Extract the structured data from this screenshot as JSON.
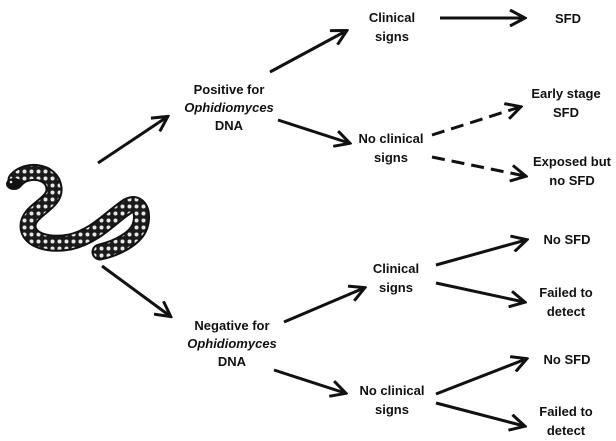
{
  "nodes": {
    "positive": {
      "line1": "Positive for",
      "line2": "Ophidiomyces",
      "line3": "DNA"
    },
    "negative": {
      "line1": "Negative for",
      "line2": "Ophidiomyces",
      "line3": "DNA"
    },
    "pos_clinical": {
      "line1": "Clinical",
      "line2": "signs"
    },
    "pos_no_clinical": {
      "line1": "No clinical",
      "line2": "signs"
    },
    "neg_clinical": {
      "line1": "Clinical",
      "line2": "signs"
    },
    "neg_no_clinical": {
      "line1": "No clinical",
      "line2": "signs"
    }
  },
  "outcomes": {
    "sfd": "SFD",
    "early_stage": {
      "line1": "Early stage",
      "line2": "SFD"
    },
    "exposed": {
      "line1": "Exposed but",
      "line2": "no SFD"
    },
    "neg_clin_no_sfd": "No SFD",
    "neg_clin_failed": {
      "line1": "Failed to",
      "line2": "detect"
    },
    "neg_noclin_no_sfd": "No SFD",
    "neg_noclin_failed": {
      "line1": "Failed to",
      "line2": "detect"
    }
  },
  "colors": {
    "ink": "#111111",
    "snake_dark": "#1a1a1a",
    "snake_light": "#e6e6e6"
  },
  "icons": {
    "snake": "snake-illustration-icon"
  }
}
